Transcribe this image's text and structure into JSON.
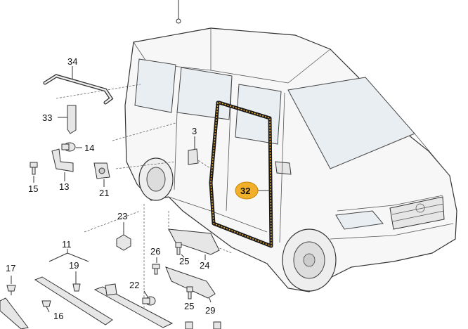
{
  "callouts": {
    "n3": "3",
    "n11": "11",
    "n13": "13",
    "n14": "14",
    "n15": "15",
    "n16": "16",
    "n17": "17",
    "n19": "19",
    "n21": "21",
    "n22": "22",
    "n23": "23",
    "n24": "24",
    "n25a": "25",
    "n25b": "25",
    "n26": "26",
    "n29": "29",
    "n32": "32",
    "n33": "33",
    "n34": "34"
  },
  "colors": {
    "highlight": "#f2b02a",
    "seal": "#1a1a1a",
    "line": "#333333"
  }
}
